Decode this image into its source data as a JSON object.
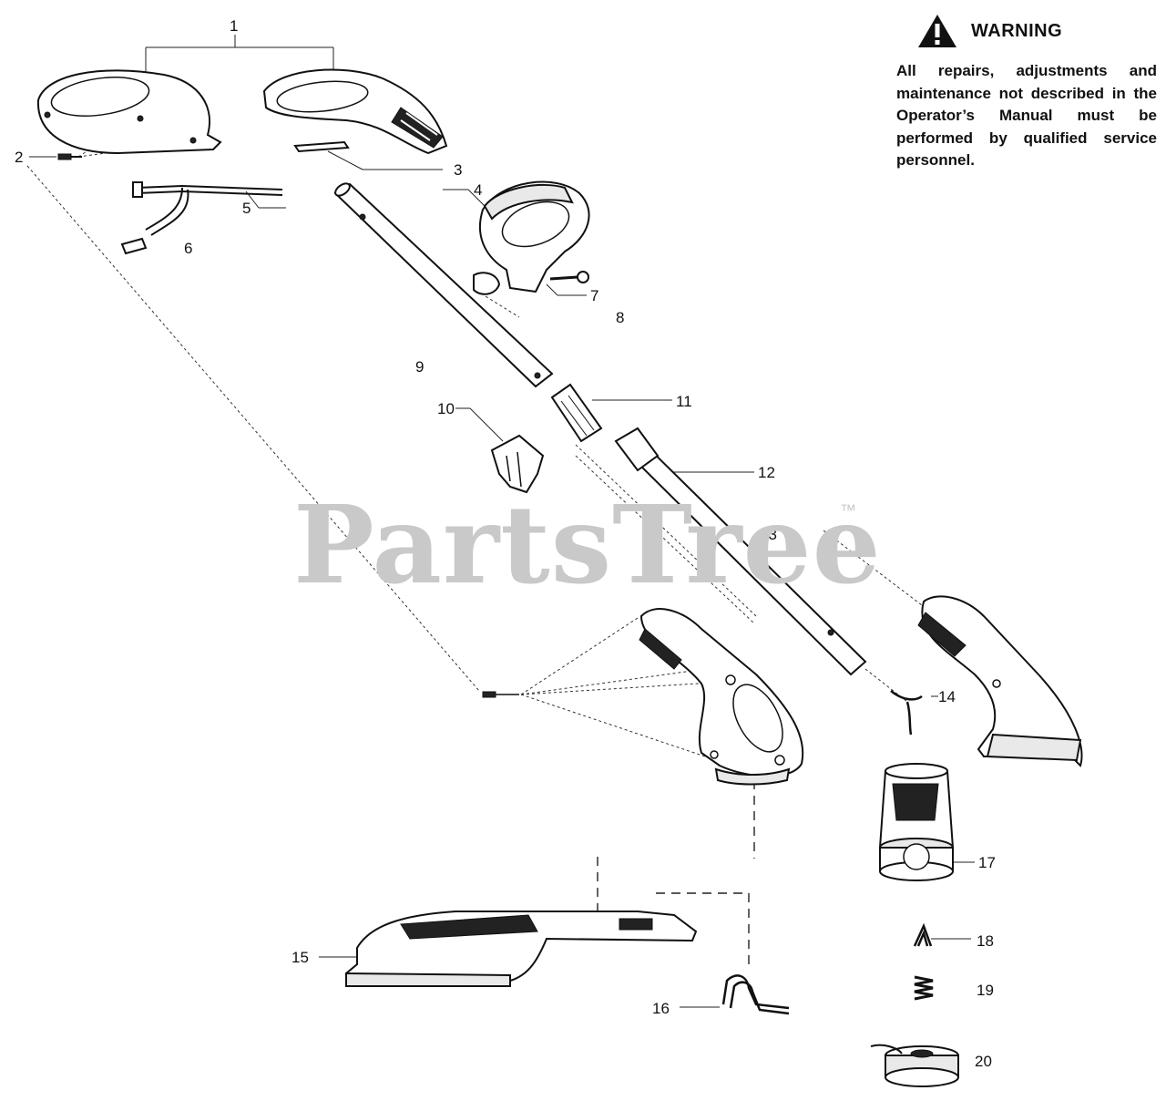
{
  "warning": {
    "title": "WARNING",
    "text": "All repairs, adjustments and maintenance not described in the Operator’s Manual must be performed by qualified service personnel.",
    "icon": "warning-triangle-icon"
  },
  "watermark": {
    "text": "PartsTree",
    "trademark": "™"
  },
  "callouts": [
    "1",
    "2",
    "3",
    "4",
    "5",
    "6",
    "7",
    "8",
    "9",
    "10",
    "11",
    "12",
    "13",
    "14",
    "15",
    "16",
    "17",
    "18",
    "19",
    "20"
  ]
}
